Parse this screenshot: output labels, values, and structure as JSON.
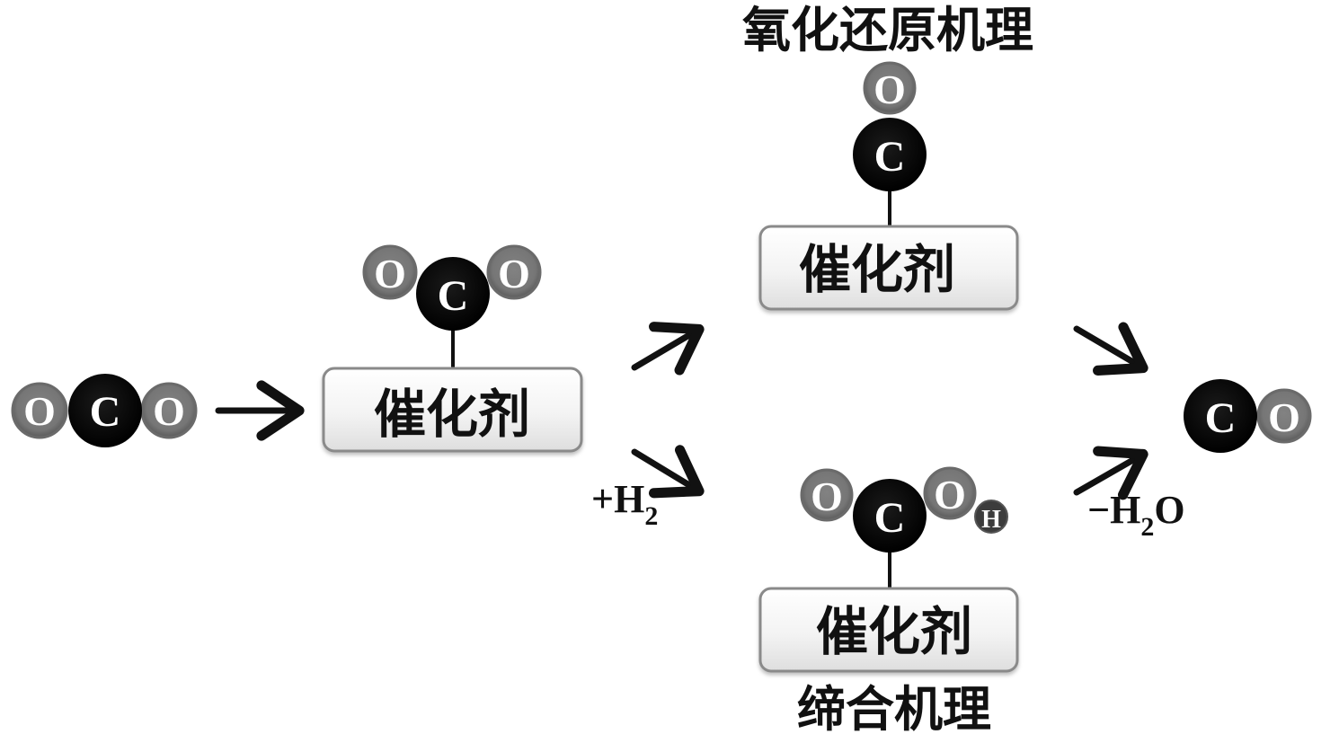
{
  "colors": {
    "carbon": "#050505",
    "oxygen": "#7a7a7a",
    "oxygen_rim": "#5e5e5e",
    "hydrogen": "#3c3c3c",
    "catalyst_fill": "#f2f2f2",
    "catalyst_border": "#8a8a8a",
    "arrow": "#111111"
  },
  "atoms": {
    "carbon": "C",
    "oxygen": "O",
    "hydrogen": "H"
  },
  "catalyst_label": "催化剂",
  "mechanisms": {
    "redox": "氧化还原机理",
    "association": "缔合机理"
  },
  "reagents": {
    "add_h2": {
      "sign": "+",
      "element": "H",
      "subscript": "2",
      "tail": ""
    },
    "remove_h2o": {
      "sign": "−",
      "element": "H",
      "subscript": "2",
      "tail": "O"
    }
  },
  "molecules": {
    "reactant": "CO2",
    "adsorbed": "CO2*",
    "redox_intermediate": "CO*",
    "association_intermediate": "COOH*",
    "product": "CO"
  },
  "icons": {
    "arrows": [
      "arrow-right-icon",
      "arrow-up-right-icon",
      "arrow-down-right-icon",
      "arrow-down-right-icon",
      "arrow-up-right-icon"
    ]
  }
}
